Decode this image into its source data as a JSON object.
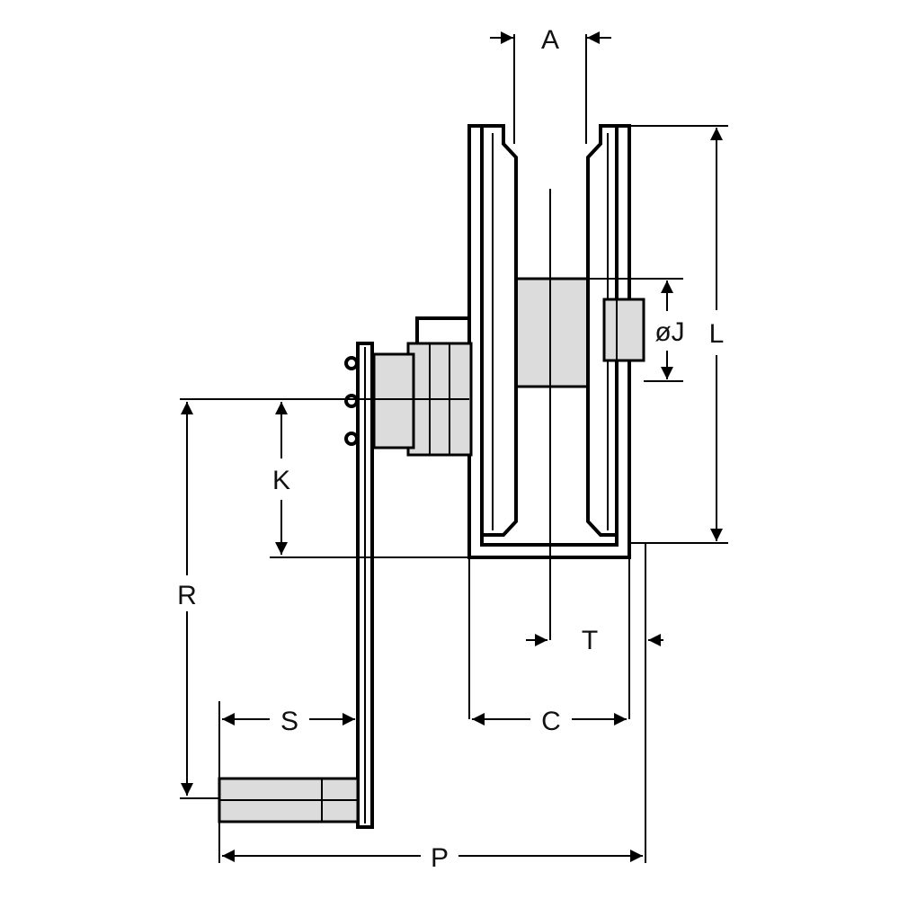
{
  "diagram": {
    "labels": {
      "A": "A",
      "L": "L",
      "J": "øJ",
      "K": "K",
      "R": "R",
      "S": "S",
      "T": "T",
      "C": "C",
      "P": "P"
    },
    "colors": {
      "line": "#000000",
      "shade": "#dcdcdc",
      "background": "#ffffff"
    }
  }
}
